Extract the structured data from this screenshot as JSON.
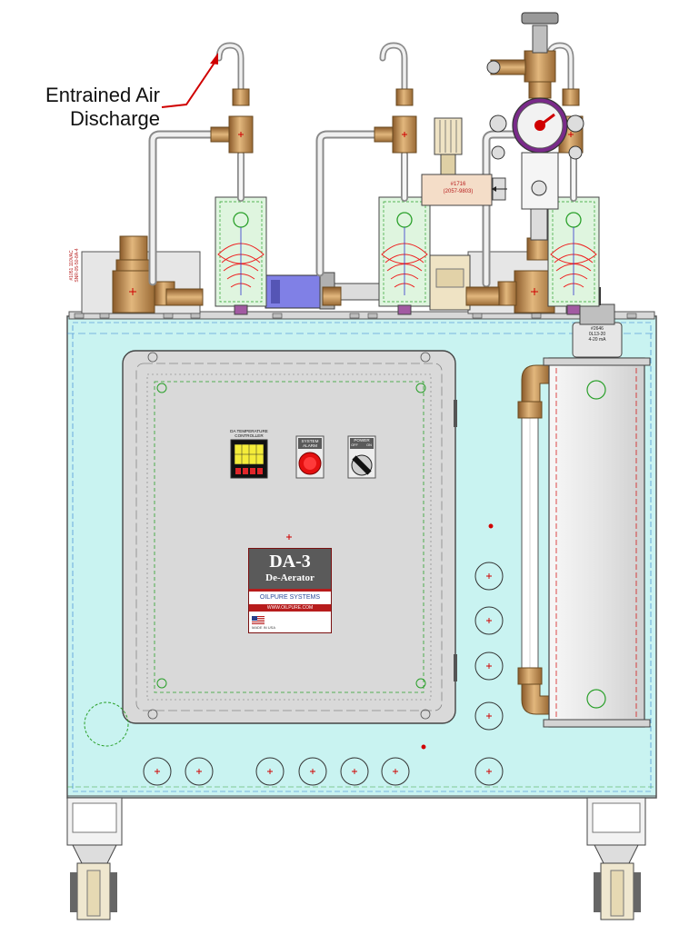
{
  "callout": {
    "line1": "Entrained Air",
    "line2": "Discharge"
  },
  "controller_label": "DA TEMPERATURE\nCONTROLLER",
  "alarm_label": "SYSTEM\nALARM",
  "power_label": "POWER",
  "power_off": "OFF",
  "power_on": "ON",
  "nameplate": {
    "model": "DA-3",
    "subtitle": "De-Aerator",
    "brand": "OILPURE SYSTEMS",
    "website": "WWW.OILPURE.COM",
    "made_in": "MADE IN USA"
  },
  "part_tag_main": "#1716",
  "part_tag_sub": "(2057-9803)",
  "sensor_tag": "#2646\n0L13-20\n4-20 mA",
  "vertical_tag": "#1051 110VAC\nSNR-05-50-8A-4",
  "colors": {
    "tank": "#c9f3f1",
    "panel": "#d9d9d9",
    "brass": "#c9955a",
    "flowmeter": "#dff5df",
    "valve_blue": "#7f7fe3",
    "red_accent": "#d00000",
    "callout_arrow": "#d00000"
  }
}
